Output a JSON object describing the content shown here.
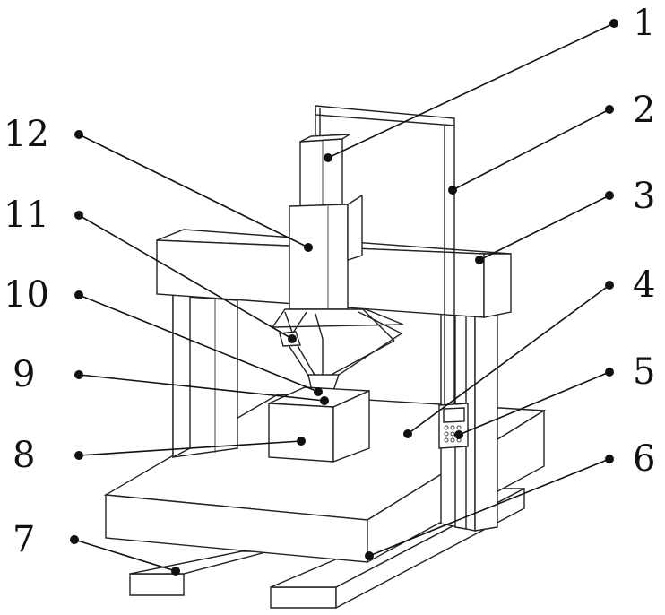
{
  "callouts": [
    {
      "number": "1"
    },
    {
      "number": "2"
    },
    {
      "number": "3"
    },
    {
      "number": "4"
    },
    {
      "number": "5"
    },
    {
      "number": "6"
    },
    {
      "number": "7"
    },
    {
      "number": "8"
    },
    {
      "number": "9"
    },
    {
      "number": "10"
    },
    {
      "number": "11"
    },
    {
      "number": "12"
    }
  ],
  "colors": {
    "ink": "#111111",
    "background": "#ffffff"
  }
}
